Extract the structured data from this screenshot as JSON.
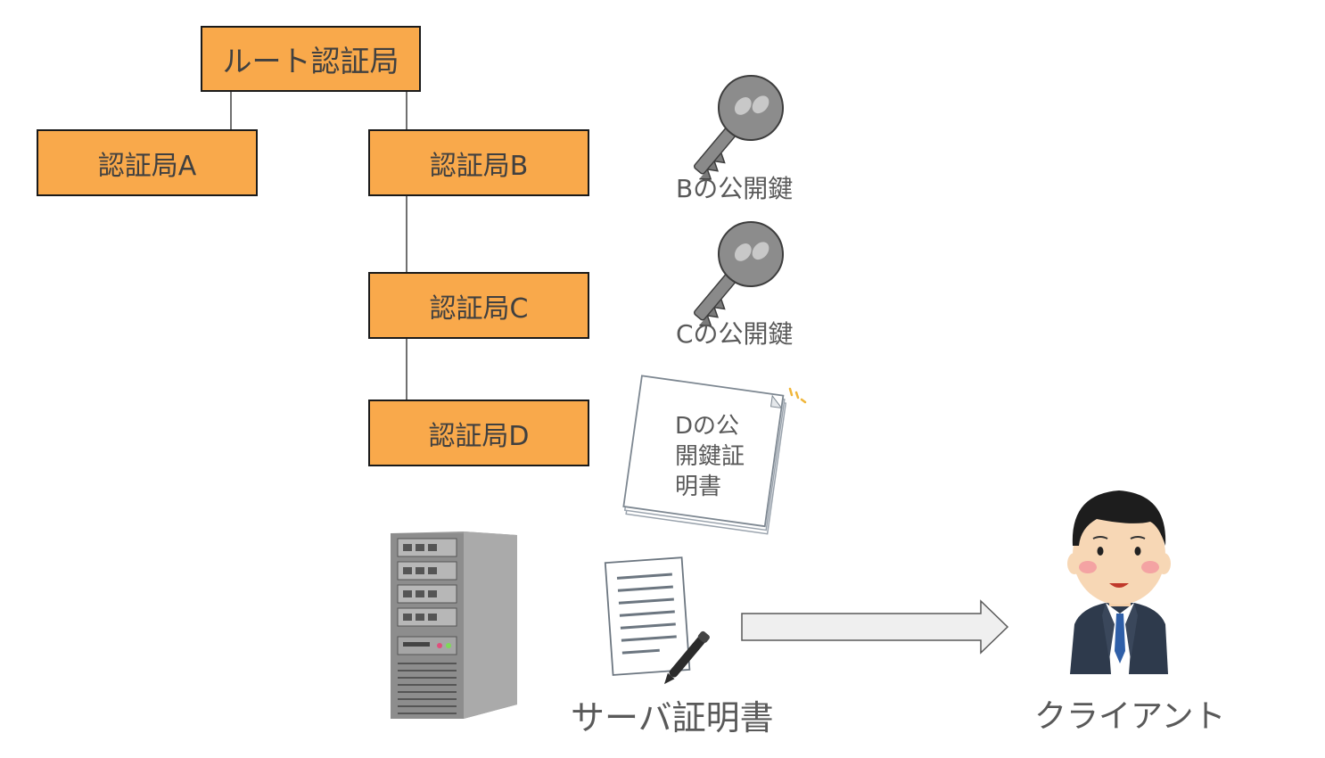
{
  "hierarchy": {
    "root": "ルート認証局",
    "ca_a": "認証局A",
    "ca_b": "認証局B",
    "ca_c": "認証局C",
    "ca_d": "認証局D"
  },
  "keys": {
    "b_public_key": "Bの公開鍵",
    "c_public_key": "Cの公開鍵"
  },
  "d_certificate": {
    "line1": "Dの公",
    "line2": "開鍵証",
    "line3": "明書"
  },
  "bottom": {
    "server_certificate": "サーバ証明書",
    "client": "クライアント"
  },
  "colors": {
    "ca_fill": "#F9A94B",
    "ca_border": "#1a1a1a",
    "text": "#595959"
  },
  "icons": [
    "key-icon",
    "key-icon",
    "certificate-stack-icon",
    "server-tower-icon",
    "signed-document-icon",
    "right-arrow-icon",
    "businessman-icon"
  ]
}
